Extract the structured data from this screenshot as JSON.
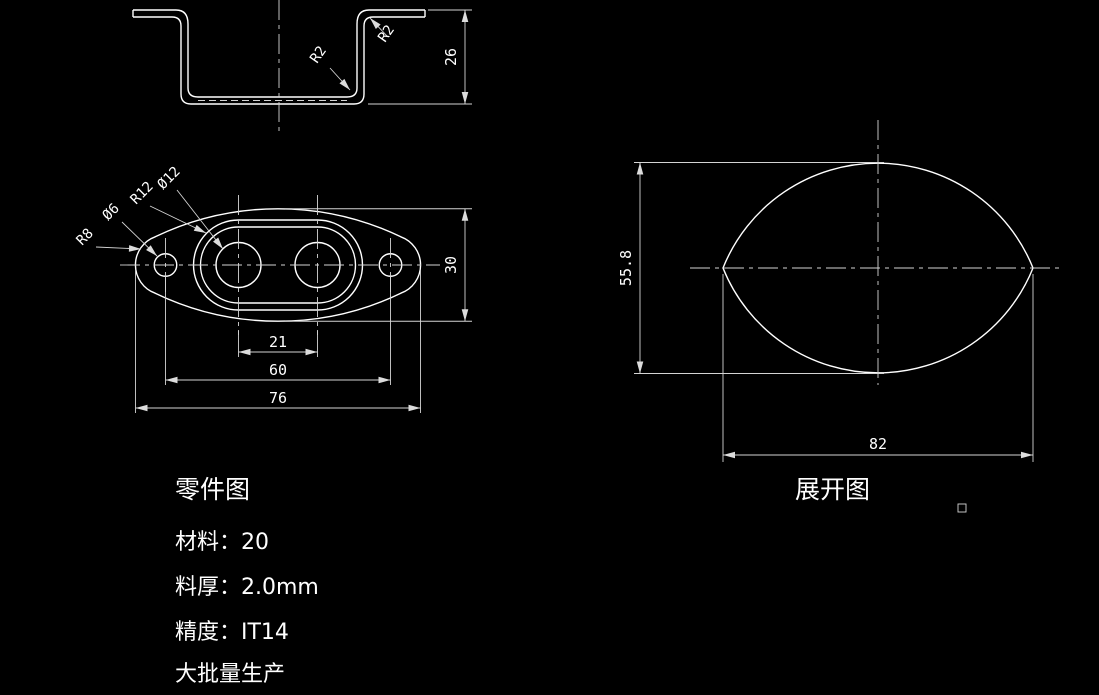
{
  "canvas": {
    "background": "#000000",
    "line_color": "#ffffff",
    "thin_line_color": "#d4d4d4"
  },
  "section_view": {
    "dim_height": "26",
    "label_r2_top": "R2",
    "label_r2_bottom": "R2"
  },
  "plan_view": {
    "title": "零件图",
    "label_r8": "R8",
    "label_d6": "Ø6",
    "label_r12": "R12",
    "label_d12": "Ø12",
    "dim_hole_pitch": "21",
    "dim_small_hole_pitch": "60",
    "dim_length": "76",
    "dim_width": "30"
  },
  "development_view": {
    "title": "展开图",
    "dim_height": "55.8",
    "dim_width": "82"
  },
  "notes": {
    "material": "材料：20",
    "thickness": "料厚：2.0mm",
    "precision": "精度：IT14",
    "production": "大批量生产"
  }
}
